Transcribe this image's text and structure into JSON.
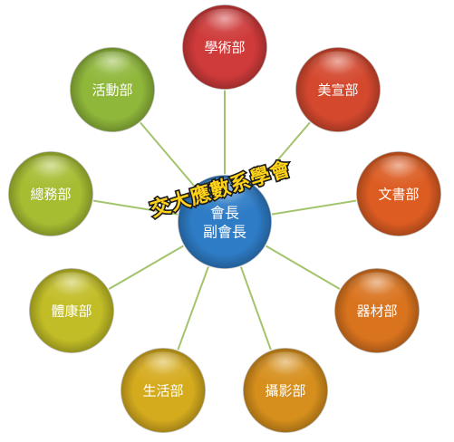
{
  "title": "交大應數系學會",
  "center": {
    "lines": [
      "會長",
      "副會長"
    ],
    "color": "#2e7cc6"
  },
  "departments": [
    {
      "label": "學術部",
      "color": "#cf3a3a"
    },
    {
      "label": "美宣部",
      "color": "#d4482e"
    },
    {
      "label": "文書部",
      "color": "#dc5c22"
    },
    {
      "label": "器材部",
      "color": "#d9731e"
    },
    {
      "label": "攝影部",
      "color": "#d68f1c"
    },
    {
      "label": "生活部",
      "color": "#d5ab1e"
    },
    {
      "label": "體康部",
      "color": "#c1bd26"
    },
    {
      "label": "總務部",
      "color": "#a6bd32"
    },
    {
      "label": "活動部",
      "color": "#8fb73a"
    }
  ],
  "connector_color": "#a3c46c"
}
